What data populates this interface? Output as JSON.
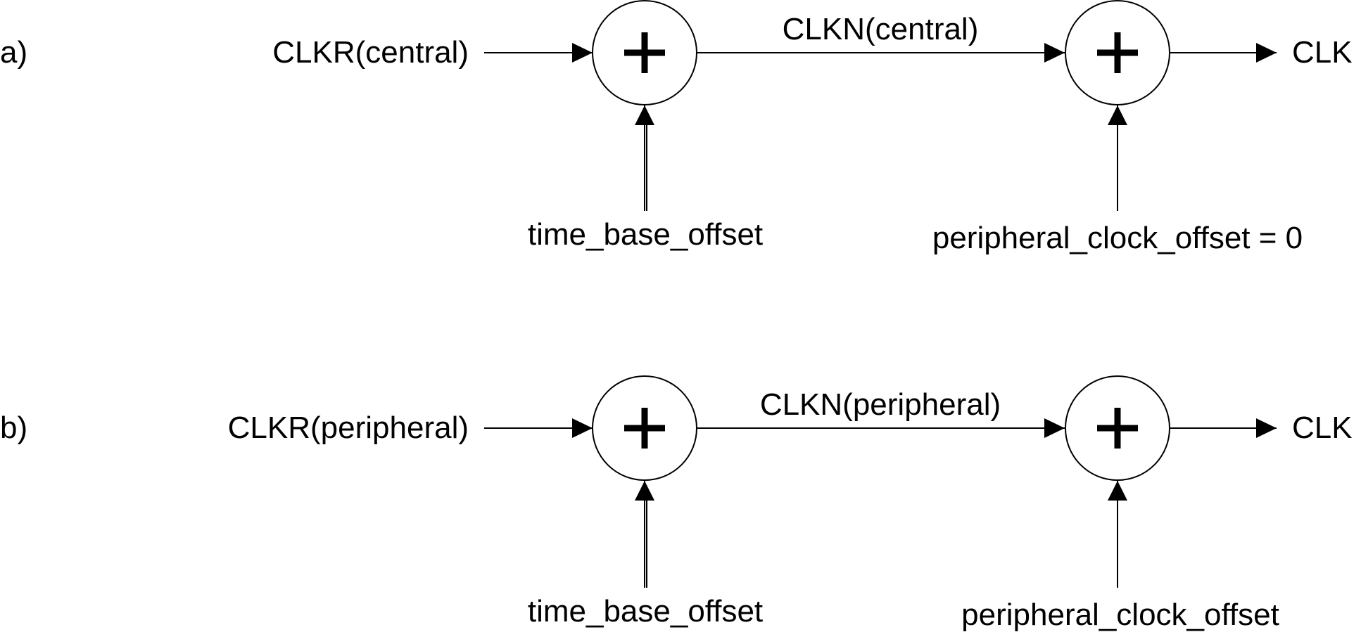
{
  "diagrams": [
    {
      "id": "a",
      "label": "a)",
      "input": "CLKR(central)",
      "middle": "CLKN(central)",
      "output": "CLK",
      "offset_1": "time_base_offset",
      "offset_2": "peripheral_clock_offset = 0",
      "node_1_symbol": "plus-icon",
      "node_2_symbol": "plus-icon"
    },
    {
      "id": "b",
      "label": "b)",
      "input": "CLKR(peripheral)",
      "middle": "CLKN(peripheral)",
      "output": "CLK",
      "offset_1": "time_base_offset",
      "offset_2": "peripheral_clock_offset",
      "node_1_symbol": "plus-icon",
      "node_2_symbol": "plus-icon"
    }
  ],
  "colors": {
    "stroke": "#000000",
    "background": "#ffffff"
  }
}
